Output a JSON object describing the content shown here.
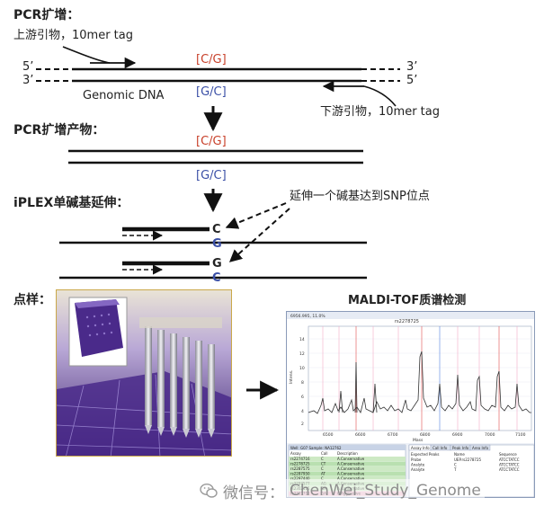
{
  "section1": {
    "title": "PCR扩增：",
    "forward_primer": "上游引物，10mer tag",
    "reverse_primer": "下游引物，10mer tag",
    "top_allele": "[C/G]",
    "bottom_allele": "[G/C]",
    "left_top_end": "5’",
    "left_bottom_end": "3’",
    "right_top_end": "3’",
    "right_bottom_end": "5’",
    "genomic_dna": "Genomic DNA"
  },
  "section2": {
    "title": "PCR扩增产物：",
    "top_allele": "[C/G]",
    "bottom_allele": "[G/C]"
  },
  "section3": {
    "title": "iPLEX单碱基延伸：",
    "annotation": "延伸一个碱基达到SNP位点",
    "ext1_base": "C",
    "tmpl1_base": "G",
    "ext2_base": "G",
    "tmpl2_base": "C"
  },
  "section4": {
    "title": "点样：",
    "maldi_title": "MALDI-TOF质谱检测"
  },
  "software": {
    "header_left": "6956.995, 11.0%",
    "spectrum_label": "rs2278725",
    "y_axis_label": "Intens.",
    "y_ticks": [
      "14",
      "12",
      "10",
      "8",
      "6",
      "4",
      "2"
    ],
    "x_ticks": [
      "6500",
      "6600",
      "6700",
      "6800",
      "6900",
      "7000",
      "7100"
    ],
    "x_axis_label": "Mass",
    "left_panel_title": "Well: G07  Sample: NA12762",
    "left_columns": [
      "Assay",
      "Call",
      "Description"
    ],
    "left_rows": [
      [
        "rs2274716",
        "C",
        "A.Conservative"
      ],
      [
        "rs2278725",
        "CT",
        "A.Conservative"
      ],
      [
        "rs2287575",
        "C",
        "A.Conservative"
      ],
      [
        "rs2287950",
        "AT",
        "A.Conservative"
      ],
      [
        "rs2297440",
        "C",
        "A.Conservative"
      ],
      [
        "rs2297577",
        "AG",
        "A.Conservative"
      ],
      [
        "rs2302115",
        "GA",
        "A.Conservative"
      ],
      [
        "rs2301711",
        "GA",
        "C.Aggressive"
      ]
    ],
    "right_tabs": [
      "Assay Info",
      "Call Info",
      "Peak Info",
      "Area Info"
    ],
    "right_columns": [
      "Expected Peaks",
      "Name",
      "Sequence"
    ],
    "right_rows": [
      [
        "Probe",
        "UEP.rs2278725",
        "ATCCTATCC"
      ],
      [
        "Analyte",
        "C",
        "ATCCTATCC"
      ],
      [
        "Analyte",
        "T",
        "ATCCTATCC"
      ]
    ]
  },
  "watermark": {
    "prefix": "微信号：",
    "handle": "ChenWei_Study_Genome"
  },
  "colors": {
    "red_allele": "#c8402a",
    "blue_allele": "#3a4fa6",
    "plate_purple": "#4a2a8a"
  }
}
